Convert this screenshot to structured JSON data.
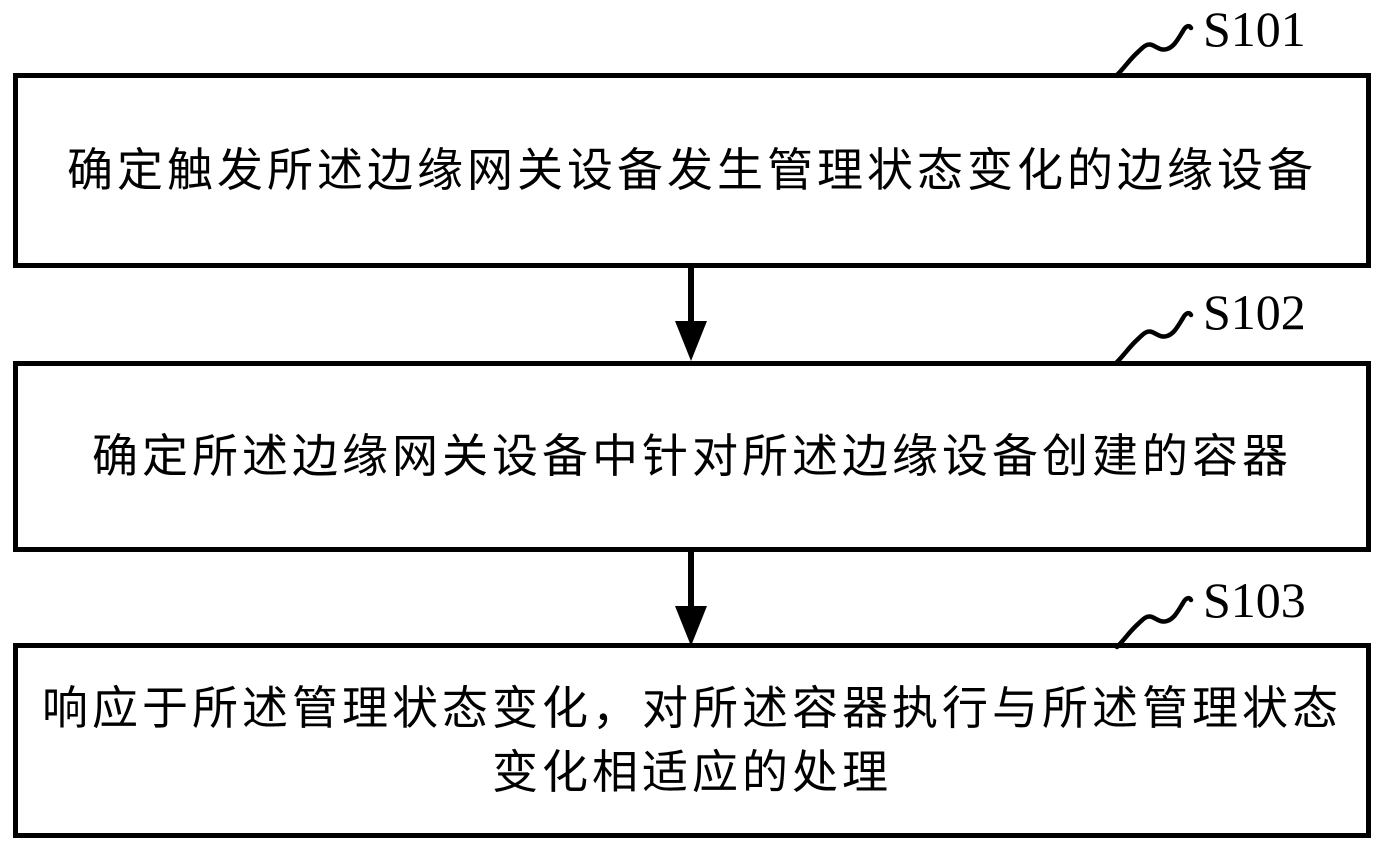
{
  "figure": {
    "background_color": "#ffffff",
    "ink_color": "#000000",
    "type": "flowchart"
  },
  "steps": [
    {
      "label": "S101",
      "lines": [
        "确定触发所述边缘网关设备发生管理状态变化的边缘设备"
      ]
    },
    {
      "label": "S102",
      "lines": [
        "确定所述边缘网关设备中针对所述边缘设备创建的容器"
      ]
    },
    {
      "label": "S103",
      "lines": [
        "响应于所述管理状态变化，对所述容器执行与所述管理状态",
        "变化相适应的处理"
      ]
    }
  ]
}
